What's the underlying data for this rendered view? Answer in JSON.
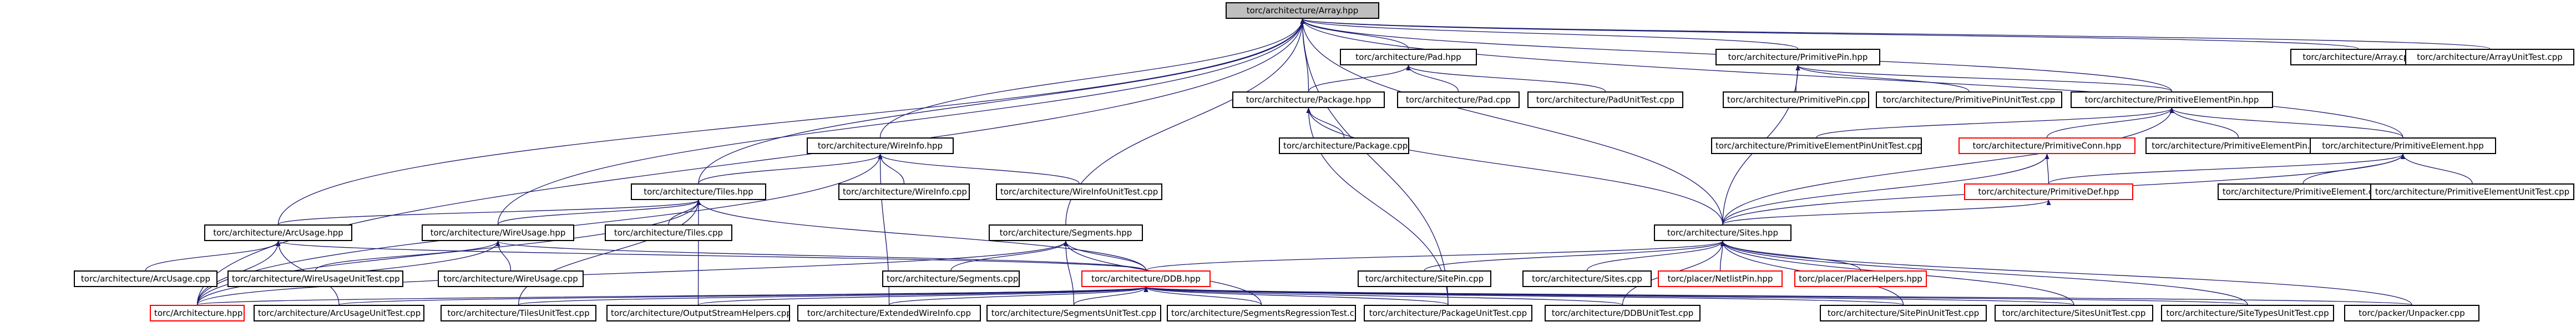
{
  "colors": {
    "edge": "#191970",
    "root_fill": "#bfbfbf",
    "border": "#000000",
    "missing_border": "#ff0000"
  },
  "nodes": [
    {
      "id": "array_hpp",
      "label": "torc/architecture/Array.hpp",
      "root": true
    },
    {
      "id": "pad_hpp",
      "label": "torc/architecture/Pad.hpp"
    },
    {
      "id": "primitivepin_hpp",
      "label": "torc/architecture/PrimitivePin.hpp"
    },
    {
      "id": "array_cpp",
      "label": "torc/architecture/Array.cpp"
    },
    {
      "id": "arrayunittest_cpp",
      "label": "torc/architecture/ArrayUnitTest.cpp"
    },
    {
      "id": "package_hpp",
      "label": "torc/architecture/Package.hpp"
    },
    {
      "id": "pad_cpp",
      "label": "torc/architecture/Pad.cpp"
    },
    {
      "id": "padunittest_cpp",
      "label": "torc/architecture/PadUnitTest.cpp"
    },
    {
      "id": "primitivepin_cpp",
      "label": "torc/architecture/PrimitivePin.cpp"
    },
    {
      "id": "primitivepinunittest_cpp",
      "label": "torc/architecture/PrimitivePinUnitTest.cpp"
    },
    {
      "id": "primitiveelementpin_hpp",
      "label": "torc/architecture/PrimitiveElementPin.hpp"
    },
    {
      "id": "wireinfo_hpp",
      "label": "torc/architecture/WireInfo.hpp"
    },
    {
      "id": "package_cpp",
      "label": "torc/architecture/Package.cpp"
    },
    {
      "id": "primitiveelementpinunittest_cpp",
      "label": "torc/architecture/PrimitiveElementPinUnitTest.cpp"
    },
    {
      "id": "primitiveconn_hpp",
      "label": "torc/architecture/PrimitiveConn.hpp",
      "missing": true
    },
    {
      "id": "primitiveelementpin_cpp",
      "label": "torc/architecture/PrimitiveElementPin.cpp"
    },
    {
      "id": "primitiveelement_hpp",
      "label": "torc/architecture/PrimitiveElement.hpp"
    },
    {
      "id": "tiles_hpp",
      "label": "torc/architecture/Tiles.hpp"
    },
    {
      "id": "wireinfo_cpp",
      "label": "torc/architecture/WireInfo.cpp"
    },
    {
      "id": "wireinfounittest_cpp",
      "label": "torc/architecture/WireInfoUnitTest.cpp"
    },
    {
      "id": "primitivedef_hpp",
      "label": "torc/architecture/PrimitiveDef.hpp",
      "missing": true
    },
    {
      "id": "primitiveelement_cpp",
      "label": "torc/architecture/PrimitiveElement.cpp"
    },
    {
      "id": "primitiveelementunittest_cpp",
      "label": "torc/architecture/PrimitiveElementUnitTest.cpp"
    },
    {
      "id": "arcusage_hpp",
      "label": "torc/architecture/ArcUsage.hpp"
    },
    {
      "id": "wireusage_hpp",
      "label": "torc/architecture/WireUsage.hpp"
    },
    {
      "id": "tiles_cpp",
      "label": "torc/architecture/Tiles.cpp"
    },
    {
      "id": "segments_hpp",
      "label": "torc/architecture/Segments.hpp"
    },
    {
      "id": "sites_hpp",
      "label": "torc/architecture/Sites.hpp"
    },
    {
      "id": "arcusage_cpp",
      "label": "torc/architecture/ArcUsage.cpp"
    },
    {
      "id": "wireusageunittest_cpp",
      "label": "torc/architecture/WireUsageUnitTest.cpp"
    },
    {
      "id": "wireusage_cpp",
      "label": "torc/architecture/WireUsage.cpp"
    },
    {
      "id": "segments_cpp",
      "label": "torc/architecture/Segments.cpp"
    },
    {
      "id": "ddb_hpp",
      "label": "torc/architecture/DDB.hpp",
      "missing": true
    },
    {
      "id": "sitepin_cpp",
      "label": "torc/architecture/SitePin.cpp"
    },
    {
      "id": "sites_cpp",
      "label": "torc/architecture/Sites.cpp"
    },
    {
      "id": "netlistpin_hpp",
      "label": "torc/placer/NetlistPin.hpp",
      "missing": true
    },
    {
      "id": "placerhelpers_hpp",
      "label": "torc/placer/PlacerHelpers.hpp",
      "missing": true
    },
    {
      "id": "architecture_hpp",
      "label": "torc/Architecture.hpp",
      "missing": true
    },
    {
      "id": "arcusageunittest_cpp",
      "label": "torc/architecture/ArcUsageUnitTest.cpp"
    },
    {
      "id": "tilesunittest_cpp",
      "label": "torc/architecture/TilesUnitTest.cpp"
    },
    {
      "id": "outputstreamhelpers_cpp",
      "label": "torc/architecture/OutputStreamHelpers.cpp"
    },
    {
      "id": "extendedwireinfo_cpp",
      "label": "torc/architecture/ExtendedWireInfo.cpp"
    },
    {
      "id": "segmentsunittest_cpp",
      "label": "torc/architecture/SegmentsUnitTest.cpp"
    },
    {
      "id": "segmentsregressiontest_cpp",
      "label": "torc/architecture/SegmentsRegressionTest.cpp"
    },
    {
      "id": "packageunittest_cpp",
      "label": "torc/architecture/PackageUnitTest.cpp"
    },
    {
      "id": "ddbunittest_cpp",
      "label": "torc/architecture/DDBUnitTest.cpp"
    },
    {
      "id": "sitepinunittest_cpp",
      "label": "torc/architecture/SitePinUnitTest.cpp"
    },
    {
      "id": "sitesunittest_cpp",
      "label": "torc/architecture/SitesUnitTest.cpp"
    },
    {
      "id": "sitetypesunittest_cpp",
      "label": "torc/architecture/SiteTypesUnitTest.cpp"
    },
    {
      "id": "unpacker_cpp",
      "label": "torc/packer/Unpacker.cpp"
    }
  ],
  "edges": [
    [
      "pad_hpp",
      "array_hpp"
    ],
    [
      "primitivepin_hpp",
      "array_hpp"
    ],
    [
      "array_cpp",
      "array_hpp"
    ],
    [
      "arrayunittest_cpp",
      "array_hpp"
    ],
    [
      "package_hpp",
      "array_hpp"
    ],
    [
      "wireinfo_hpp",
      "array_hpp"
    ],
    [
      "tiles_hpp",
      "array_hpp"
    ],
    [
      "arcusage_hpp",
      "array_hpp"
    ],
    [
      "wireusage_hpp",
      "array_hpp"
    ],
    [
      "segments_hpp",
      "array_hpp"
    ],
    [
      "sites_hpp",
      "array_hpp"
    ],
    [
      "architecture_hpp",
      "array_hpp"
    ],
    [
      "packageunittest_cpp",
      "array_hpp"
    ],
    [
      "primitiveelementpin_hpp",
      "array_hpp"
    ],
    [
      "primitiveelement_hpp",
      "array_hpp"
    ],
    [
      "package_hpp",
      "pad_hpp"
    ],
    [
      "pad_cpp",
      "pad_hpp"
    ],
    [
      "padunittest_cpp",
      "pad_hpp"
    ],
    [
      "primitivepin_cpp",
      "primitivepin_hpp"
    ],
    [
      "primitivepinunittest_cpp",
      "primitivepin_hpp"
    ],
    [
      "primitiveelementpin_hpp",
      "primitivepin_hpp"
    ],
    [
      "sites_hpp",
      "primitivepin_hpp"
    ],
    [
      "package_cpp",
      "package_hpp"
    ],
    [
      "sites_hpp",
      "package_hpp"
    ],
    [
      "packageunittest_cpp",
      "package_hpp"
    ],
    [
      "primitiveelementpinunittest_cpp",
      "primitiveelementpin_hpp"
    ],
    [
      "primitiveconn_hpp",
      "primitiveelementpin_hpp"
    ],
    [
      "primitiveelementpin_cpp",
      "primitiveelementpin_hpp"
    ],
    [
      "primitiveelement_hpp",
      "primitiveelementpin_hpp"
    ],
    [
      "sites_hpp",
      "primitiveelementpin_hpp"
    ],
    [
      "primitivedef_hpp",
      "primitiveconn_hpp"
    ],
    [
      "sites_hpp",
      "primitiveconn_hpp"
    ],
    [
      "primitivedef_hpp",
      "primitiveelement_hpp"
    ],
    [
      "primitiveelement_cpp",
      "primitiveelement_hpp"
    ],
    [
      "primitiveelementunittest_cpp",
      "primitiveelement_hpp"
    ],
    [
      "sites_hpp",
      "primitiveelement_hpp"
    ],
    [
      "sites_hpp",
      "primitivedef_hpp"
    ],
    [
      "tiles_hpp",
      "wireinfo_hpp"
    ],
    [
      "wireinfo_cpp",
      "wireinfo_hpp"
    ],
    [
      "wireinfounittest_cpp",
      "wireinfo_hpp"
    ],
    [
      "extendedwireinfo_cpp",
      "wireinfo_hpp"
    ],
    [
      "architecture_hpp",
      "wireinfo_hpp"
    ],
    [
      "arcusage_hpp",
      "tiles_hpp"
    ],
    [
      "wireusage_hpp",
      "tiles_hpp"
    ],
    [
      "tiles_cpp",
      "tiles_hpp"
    ],
    [
      "ddb_hpp",
      "tiles_hpp"
    ],
    [
      "tilesunittest_cpp",
      "tiles_hpp"
    ],
    [
      "outputstreamhelpers_cpp",
      "tiles_hpp"
    ],
    [
      "architecture_hpp",
      "tiles_hpp"
    ],
    [
      "arcusage_cpp",
      "arcusage_hpp"
    ],
    [
      "ddb_hpp",
      "arcusage_hpp"
    ],
    [
      "arcusageunittest_cpp",
      "arcusage_hpp"
    ],
    [
      "architecture_hpp",
      "arcusage_hpp"
    ],
    [
      "wireusageunittest_cpp",
      "wireusage_hpp"
    ],
    [
      "wireusage_cpp",
      "wireusage_hpp"
    ],
    [
      "ddb_hpp",
      "wireusage_hpp"
    ],
    [
      "architecture_hpp",
      "wireusage_hpp"
    ],
    [
      "segments_cpp",
      "segments_hpp"
    ],
    [
      "ddb_hpp",
      "segments_hpp"
    ],
    [
      "segmentsunittest_cpp",
      "segments_hpp"
    ],
    [
      "segmentsregressiontest_cpp",
      "segments_hpp"
    ],
    [
      "architecture_hpp",
      "segments_hpp"
    ],
    [
      "ddb_hpp",
      "sites_hpp"
    ],
    [
      "sitepin_cpp",
      "sites_hpp"
    ],
    [
      "sites_cpp",
      "sites_hpp"
    ],
    [
      "netlistpin_hpp",
      "sites_hpp"
    ],
    [
      "placerhelpers_hpp",
      "sites_hpp"
    ],
    [
      "sitepinunittest_cpp",
      "sites_hpp"
    ],
    [
      "sitesunittest_cpp",
      "sites_hpp"
    ],
    [
      "sitetypesunittest_cpp",
      "sites_hpp"
    ],
    [
      "unpacker_cpp",
      "sites_hpp"
    ],
    [
      "ddbunittest_cpp",
      "sites_hpp"
    ],
    [
      "architecture_hpp",
      "ddb_hpp"
    ],
    [
      "arcusageunittest_cpp",
      "ddb_hpp"
    ],
    [
      "tilesunittest_cpp",
      "ddb_hpp"
    ],
    [
      "outputstreamhelpers_cpp",
      "ddb_hpp"
    ],
    [
      "extendedwireinfo_cpp",
      "ddb_hpp"
    ],
    [
      "segmentsunittest_cpp",
      "ddb_hpp"
    ],
    [
      "segmentsregressiontest_cpp",
      "ddb_hpp"
    ],
    [
      "packageunittest_cpp",
      "ddb_hpp"
    ],
    [
      "ddbunittest_cpp",
      "ddb_hpp"
    ],
    [
      "sitepinunittest_cpp",
      "ddb_hpp"
    ],
    [
      "sitesunittest_cpp",
      "ddb_hpp"
    ],
    [
      "sitetypesunittest_cpp",
      "ddb_hpp"
    ],
    [
      "unpacker_cpp",
      "ddb_hpp"
    ]
  ]
}
